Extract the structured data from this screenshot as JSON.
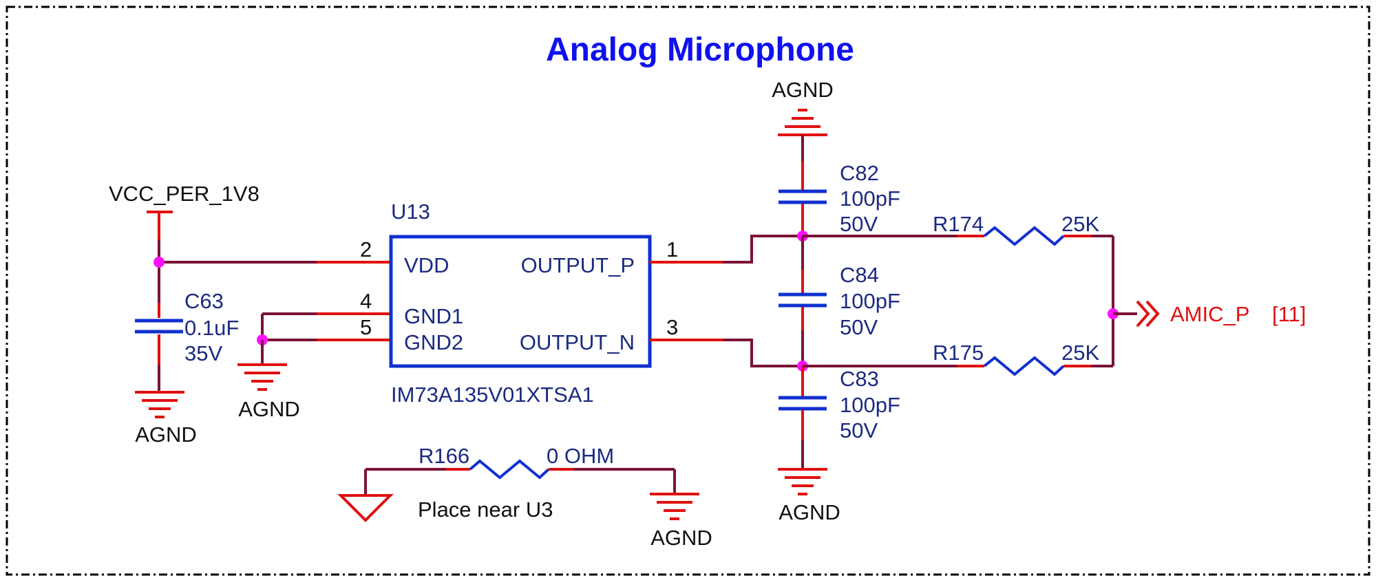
{
  "title": "Analog Microphone",
  "colors": {
    "title": "#1010ee",
    "border": "#000000",
    "wire": "#7a1236",
    "pin": "#e01010",
    "component": "#1030d0",
    "junction": "#ff10ff",
    "designator_text": "#1b2a80",
    "net_text": "#101010",
    "port_text": "#e01010"
  },
  "ic": {
    "designator": "U13",
    "part_number": "IM73A135V01XTSA1",
    "pins": [
      {
        "number": "2",
        "name": "VDD"
      },
      {
        "number": "4",
        "name": "GND1"
      },
      {
        "number": "5",
        "name": "GND2"
      },
      {
        "number": "1",
        "name": "OUTPUT_P"
      },
      {
        "number": "3",
        "name": "OUTPUT_N"
      }
    ]
  },
  "power": {
    "vcc": "VCC_PER_1V8",
    "agnd": "AGND"
  },
  "capacitors": {
    "c63": {
      "ref": "C63",
      "value": "0.1uF",
      "voltage": "35V"
    },
    "c82": {
      "ref": "C82",
      "value": "100pF",
      "voltage": "50V"
    },
    "c84": {
      "ref": "C84",
      "value": "100pF",
      "voltage": "50V"
    },
    "c83": {
      "ref": "C83",
      "value": "100pF",
      "voltage": "50V"
    }
  },
  "resistors": {
    "r174": {
      "ref": "R174",
      "value": "25K"
    },
    "r175": {
      "ref": "R175",
      "value": "25K"
    },
    "r166": {
      "ref": "R166",
      "value": "0 OHM"
    }
  },
  "port": {
    "name": "AMIC_P",
    "sheet_ref": "[11]"
  },
  "note": "Place near U3"
}
